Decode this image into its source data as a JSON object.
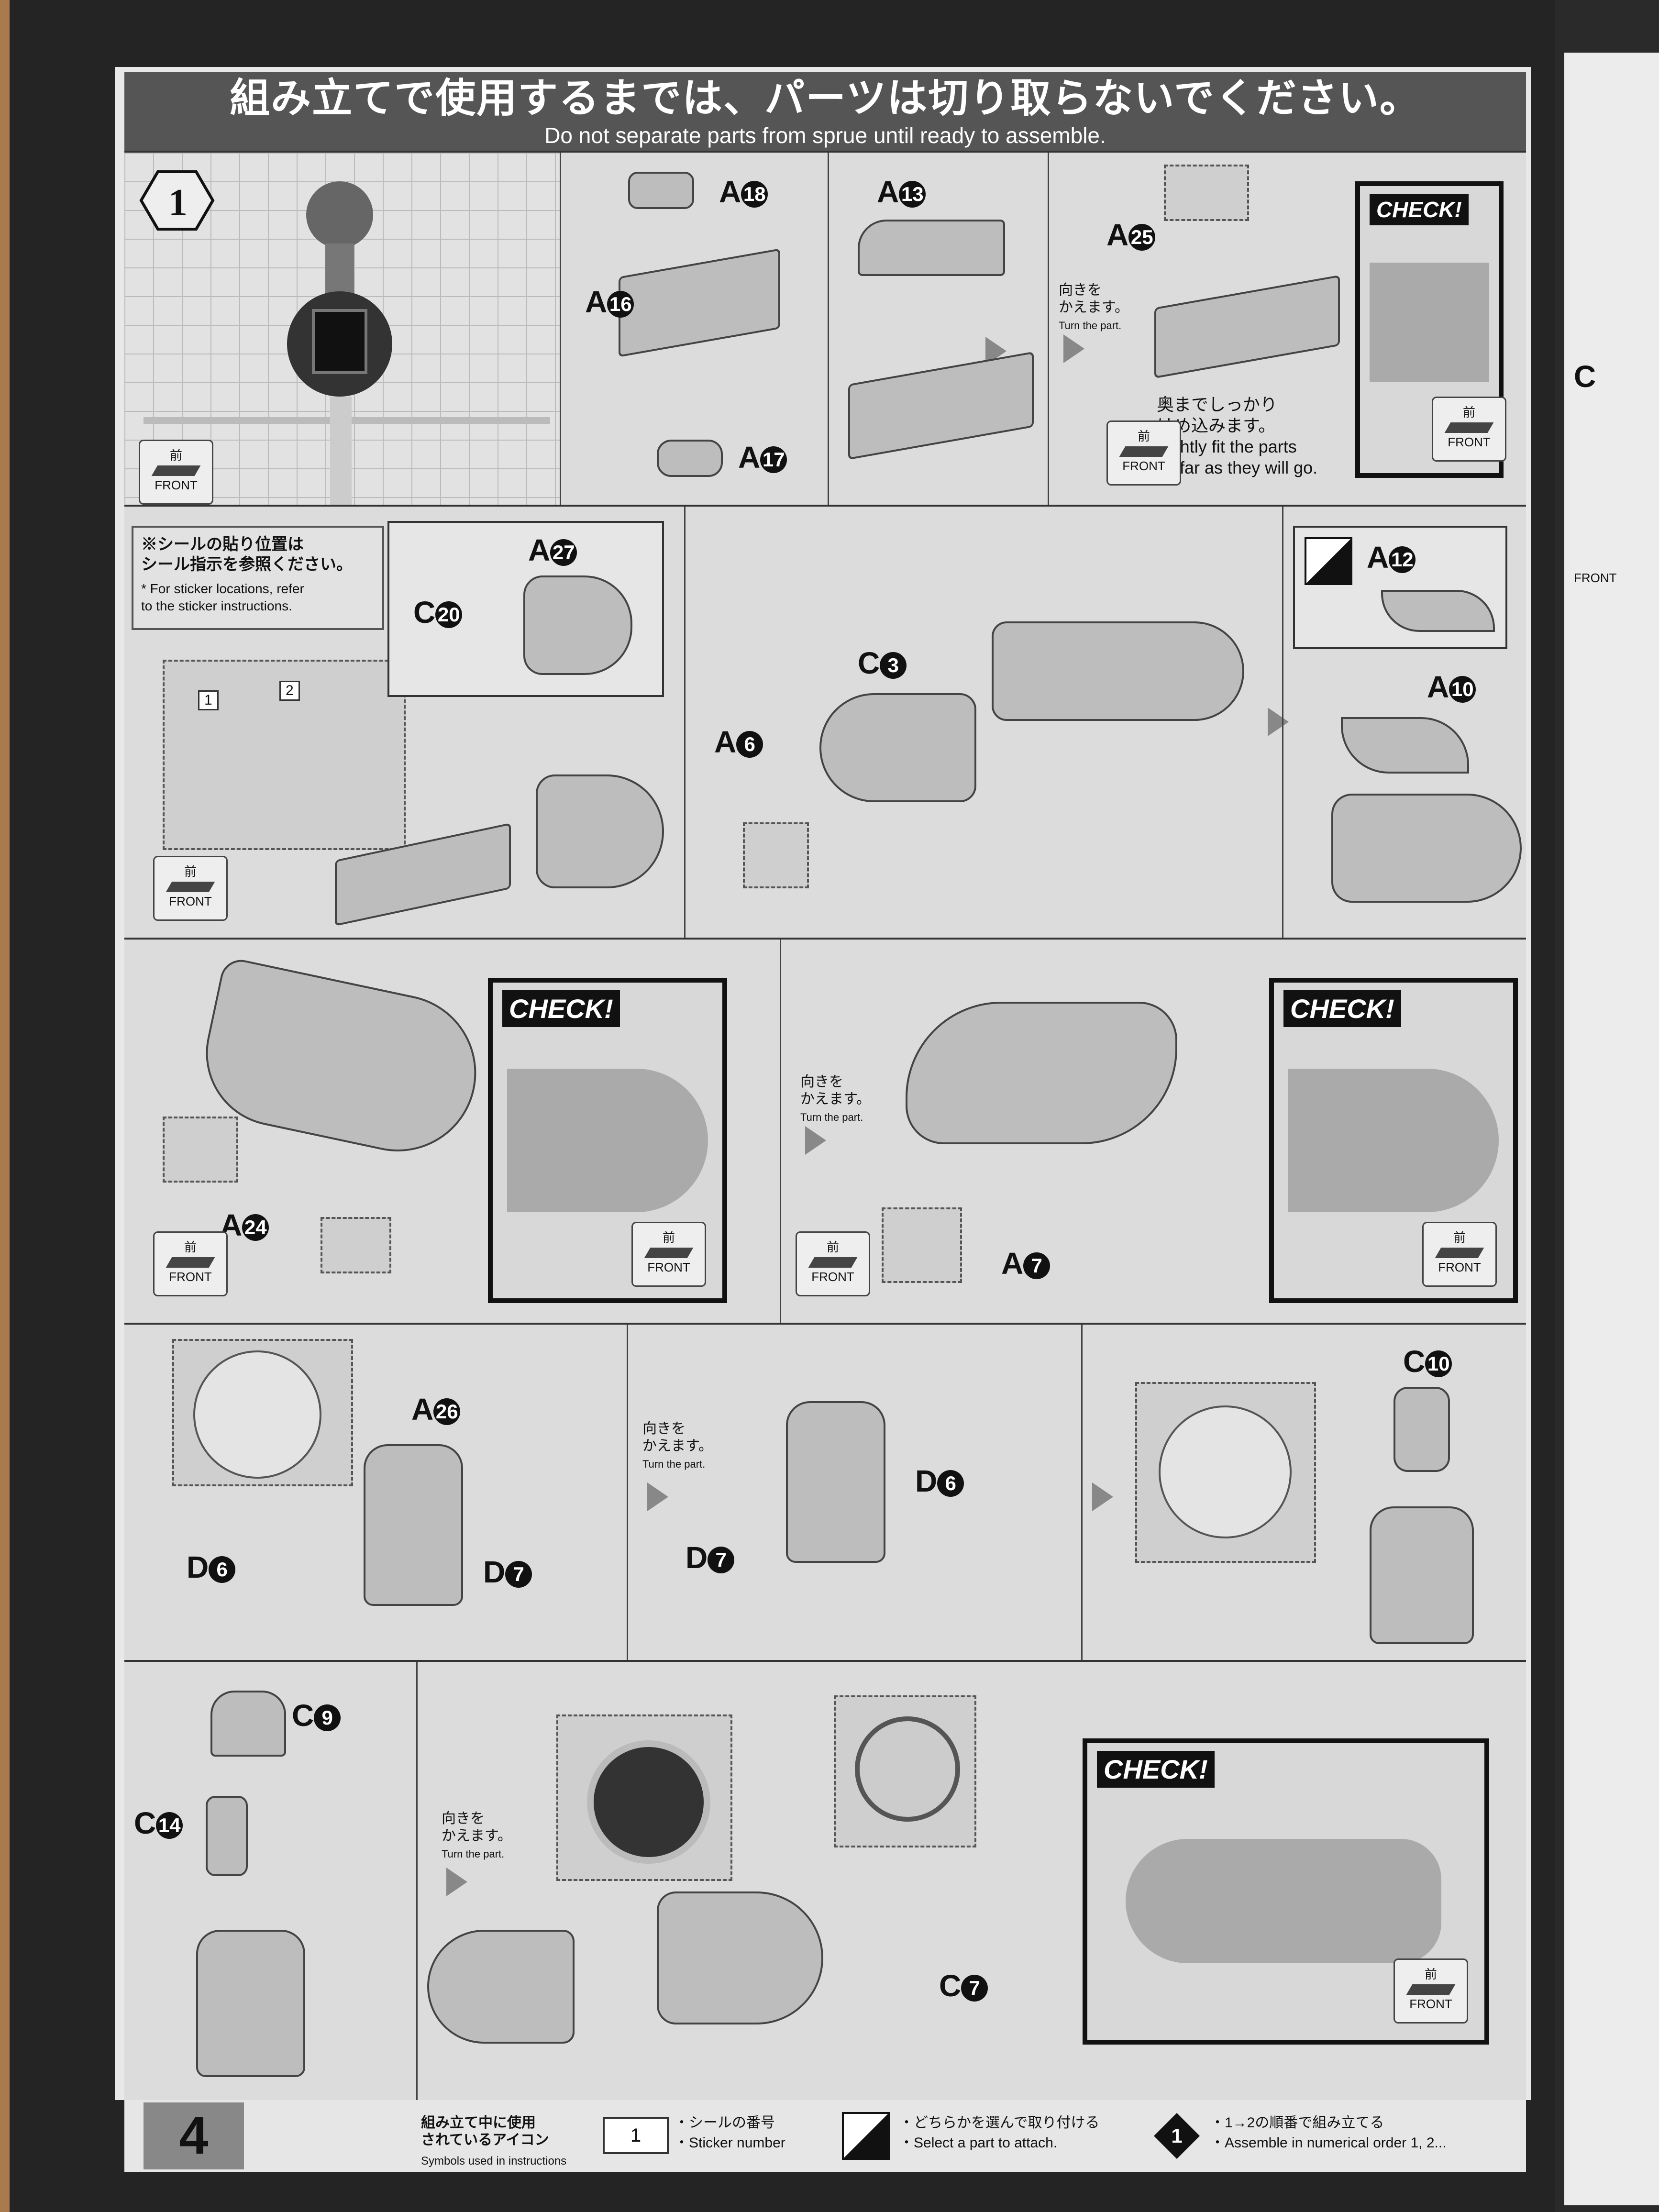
{
  "header": {
    "jp": "組み立てで使用するまでは、パーツは切り取らないでください。",
    "en": "Do not separate parts from sprue until ready to assemble."
  },
  "step": {
    "number": "1"
  },
  "turn_part": {
    "jp": "向きを\nかえます。",
    "en": "Turn the part."
  },
  "check_label": "CHECK!",
  "front": {
    "jp": "前",
    "en": "FRONT"
  },
  "row1": {
    "a18": "A",
    "a18n": "18",
    "a16": "A",
    "a16n": "16",
    "a17": "A",
    "a17n": "17",
    "a13": "A",
    "a13n": "13",
    "a25": "A",
    "a25n": "25",
    "fit_jp": "奥までしっかり\nはめ込みます。",
    "fit_en": "Tightly fit the parts\nas far as they will go."
  },
  "row2": {
    "sticker_note_jp": "※シールの貼り位置は\nシール指示を参照ください。",
    "sticker_note_en": "* For sticker locations, refer\nto the sticker instructions.",
    "sticker1": "1",
    "sticker2": "2",
    "c20": "C",
    "c20n": "20",
    "a27": "A",
    "a27n": "27",
    "c3": "C",
    "c3n": "3",
    "a6": "A",
    "a6n": "6",
    "a12": "A",
    "a12n": "12",
    "a10": "A",
    "a10n": "10"
  },
  "row3": {
    "a24": "A",
    "a24n": "24",
    "a7": "A",
    "a7n": "7"
  },
  "row4": {
    "a26": "A",
    "a26n": "26",
    "d6": "D",
    "d6n": "6",
    "d7": "D",
    "d7n": "7",
    "c10": "C",
    "c10n": "10"
  },
  "row5": {
    "c9": "C",
    "c9n": "9",
    "c14": "C",
    "c14n": "14",
    "c7": "C",
    "c7n": "7"
  },
  "footer": {
    "page": "4",
    "symbols_jp": "組み立て中に使用\nされているアイコン",
    "symbols_en": "Symbols used in instructions",
    "sticker_num": "1",
    "sticker_jp": "・シールの番号",
    "sticker_en": "・Sticker number",
    "select_jp": "・どちらかを選んで取り付ける",
    "select_en": "・Select a part to attach.",
    "order_jp": "・1→2の順番で組み立てる",
    "order_en": "・Assemble in numerical order 1, 2..."
  },
  "right_page": {
    "c2": "C",
    "front": "FRONT"
  },
  "colors": {
    "header_bg": "#555555",
    "panel_bg": "#dcdcdc",
    "frame": "#111111"
  }
}
